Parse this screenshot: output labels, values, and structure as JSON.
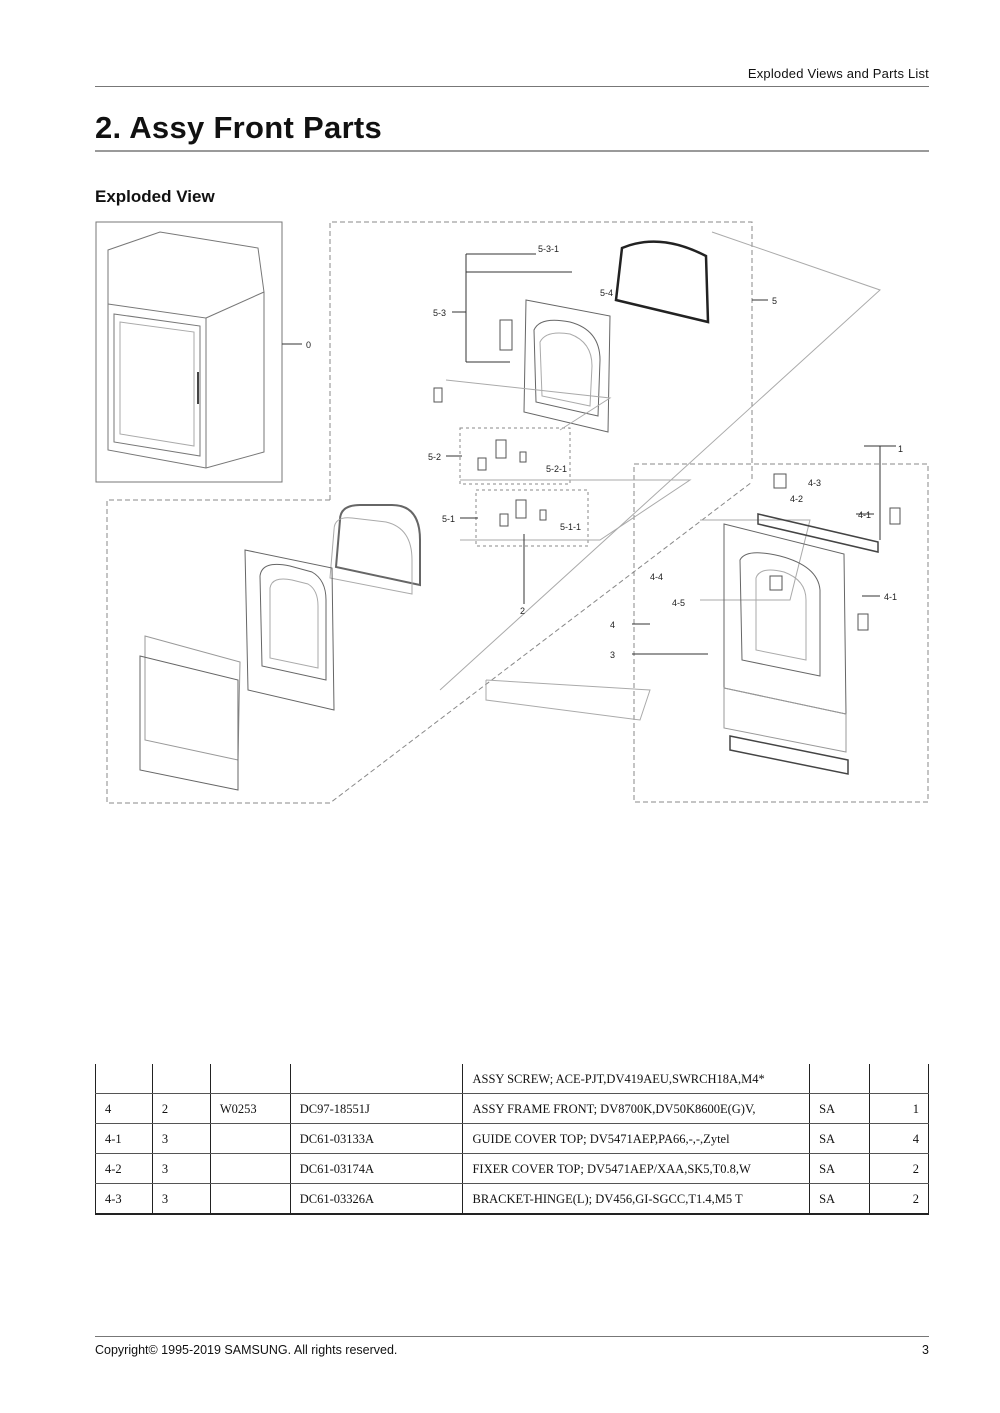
{
  "header": {
    "section": "Exploded Views and Parts List"
  },
  "title": "2.  Assy Front Parts",
  "subtitle": "Exploded View",
  "diagram_labels": {
    "l0": "0",
    "l1": "1",
    "l2": "2",
    "l3": "3",
    "l4": "4",
    "l4_1a": "4-1",
    "l4_1b": "4-1",
    "l4_2": "4-2",
    "l4_3": "4-3",
    "l4_4": "4-4",
    "l4_5": "4-5",
    "l5": "5",
    "l5_1": "5-1",
    "l5_1_1": "5-1-1",
    "l5_2": "5-2",
    "l5_2_1": "5-2-1",
    "l5_3": "5-3",
    "l5_3_1": "5-3-1",
    "l5_4": "5-4"
  },
  "table": {
    "rows": [
      {
        "loc": "",
        "level": "",
        "sub": "",
        "code": "",
        "desc": "ASSY  SCREW; ACE-PJT,DV419AEU,SWRCH18A,M4*",
        "sa": "",
        "qty": ""
      },
      {
        "loc": "4",
        "level": "2",
        "sub": "W0253",
        "code": "DC97-18551J",
        "desc": "ASSY  FRAME  FRONT; DV8700K,DV50K8600E(G)V,",
        "sa": "SA",
        "qty": "1"
      },
      {
        "loc": "4-1",
        "level": "3",
        "sub": "",
        "code": "DC61-03133A",
        "desc": "GUIDE COVER TOP; DV5471AEP,PA66,-,-,Zytel",
        "sa": "SA",
        "qty": "4"
      },
      {
        "loc": "4-2",
        "level": "3",
        "sub": "",
        "code": "DC61-03174A",
        "desc": "FIXER  COVER  TOP; DV5471AEP/XAA,SK5,T0.8,W",
        "sa": "SA",
        "qty": "2"
      },
      {
        "loc": "4-3",
        "level": "3",
        "sub": "",
        "code": "DC61-03326A",
        "desc": "BRACKET-HINGE(L); DV456,GI-SGCC,T1.4,M5 T",
        "sa": "SA",
        "qty": "2"
      }
    ]
  },
  "footer": {
    "copyright": "Copyright© 1995-2019 SAMSUNG. All rights reserved.",
    "page": "3"
  }
}
